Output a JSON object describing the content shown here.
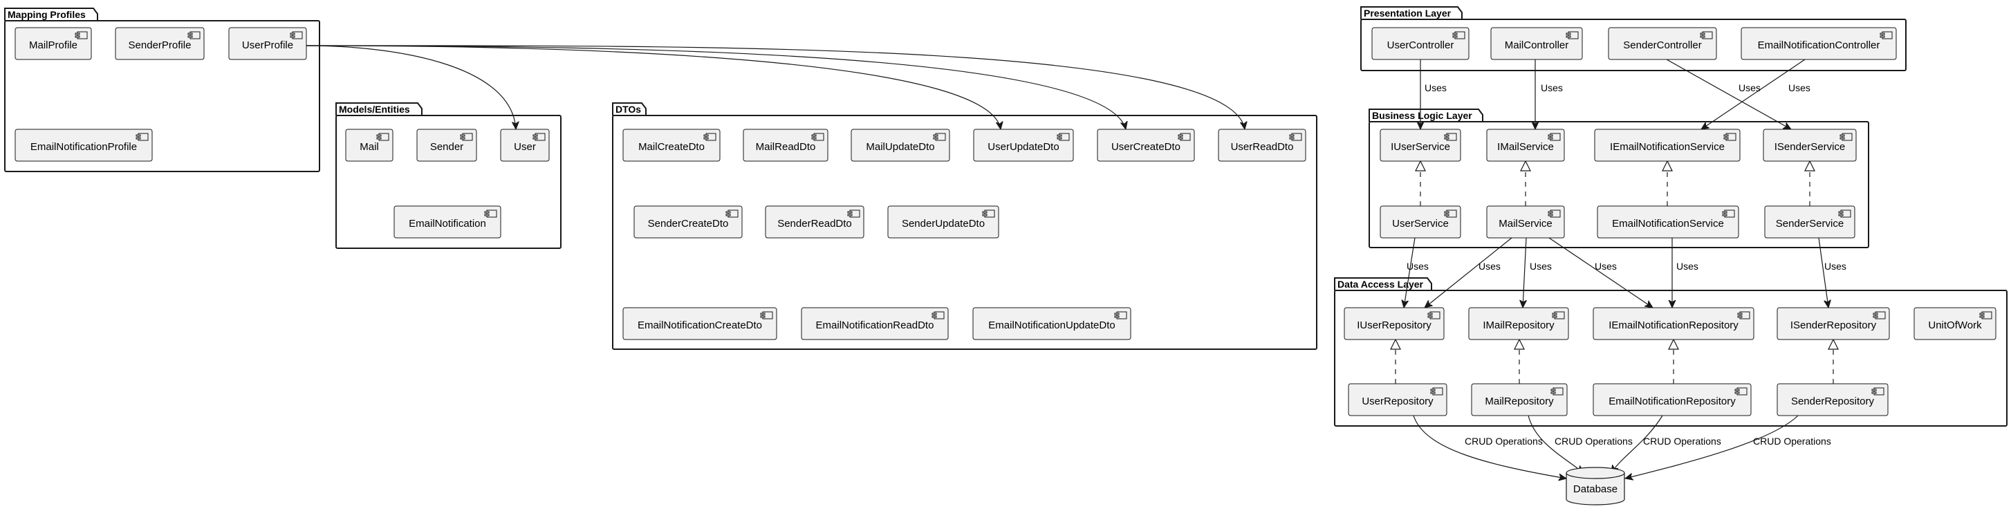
{
  "packages": [
    {
      "id": "mapping",
      "title": "Mapping Profiles"
    },
    {
      "id": "models",
      "title": "Models/Entities"
    },
    {
      "id": "dtos",
      "title": "DTOs"
    },
    {
      "id": "presentation",
      "title": "Presentation Layer"
    },
    {
      "id": "business",
      "title": "Business Logic Layer"
    },
    {
      "id": "dataaccess",
      "title": "Data Access Layer"
    }
  ],
  "components": [
    {
      "id": "MailProfile",
      "label": "MailProfile"
    },
    {
      "id": "SenderProfile",
      "label": "SenderProfile"
    },
    {
      "id": "UserProfile",
      "label": "UserProfile"
    },
    {
      "id": "EmailNotificationProfile",
      "label": "EmailNotificationProfile"
    },
    {
      "id": "Mail",
      "label": "Mail"
    },
    {
      "id": "Sender",
      "label": "Sender"
    },
    {
      "id": "User",
      "label": "User"
    },
    {
      "id": "EmailNotification",
      "label": "EmailNotification"
    },
    {
      "id": "MailCreateDto",
      "label": "MailCreateDto"
    },
    {
      "id": "MailReadDto",
      "label": "MailReadDto"
    },
    {
      "id": "MailUpdateDto",
      "label": "MailUpdateDto"
    },
    {
      "id": "UserUpdateDto",
      "label": "UserUpdateDto"
    },
    {
      "id": "UserCreateDto",
      "label": "UserCreateDto"
    },
    {
      "id": "UserReadDto",
      "label": "UserReadDto"
    },
    {
      "id": "SenderCreateDto",
      "label": "SenderCreateDto"
    },
    {
      "id": "SenderReadDto",
      "label": "SenderReadDto"
    },
    {
      "id": "SenderUpdateDto",
      "label": "SenderUpdateDto"
    },
    {
      "id": "EmailNotificationCreateDto",
      "label": "EmailNotificationCreateDto"
    },
    {
      "id": "EmailNotificationReadDto",
      "label": "EmailNotificationReadDto"
    },
    {
      "id": "EmailNotificationUpdateDto",
      "label": "EmailNotificationUpdateDto"
    },
    {
      "id": "UserController",
      "label": "UserController"
    },
    {
      "id": "MailController",
      "label": "MailController"
    },
    {
      "id": "SenderController",
      "label": "SenderController"
    },
    {
      "id": "EmailNotificationController",
      "label": "EmailNotificationController"
    },
    {
      "id": "IUserService",
      "label": "IUserService"
    },
    {
      "id": "IMailService",
      "label": "IMailService"
    },
    {
      "id": "IEmailNotificationService",
      "label": "IEmailNotificationService"
    },
    {
      "id": "ISenderService",
      "label": "ISenderService"
    },
    {
      "id": "UserService",
      "label": "UserService"
    },
    {
      "id": "MailService",
      "label": "MailService"
    },
    {
      "id": "EmailNotificationService",
      "label": "EmailNotificationService"
    },
    {
      "id": "SenderService",
      "label": "SenderService"
    },
    {
      "id": "IUserRepository",
      "label": "IUserRepository"
    },
    {
      "id": "IMailRepository",
      "label": "IMailRepository"
    },
    {
      "id": "IEmailNotificationRepository",
      "label": "IEmailNotificationRepository"
    },
    {
      "id": "ISenderRepository",
      "label": "ISenderRepository"
    },
    {
      "id": "UnitOfWork",
      "label": "UnitOfWork"
    },
    {
      "id": "UserRepository",
      "label": "UserRepository"
    },
    {
      "id": "MailRepository",
      "label": "MailRepository"
    },
    {
      "id": "EmailNotificationRepository",
      "label": "EmailNotificationRepository"
    },
    {
      "id": "SenderRepository",
      "label": "SenderRepository"
    }
  ],
  "database": {
    "label": "Database"
  },
  "edges": [
    {
      "from": "UserProfile",
      "to": "User",
      "type": "arrow",
      "label": ""
    },
    {
      "from": "UserProfile",
      "to": "UserUpdateDto",
      "type": "arrow",
      "label": ""
    },
    {
      "from": "UserProfile",
      "to": "UserCreateDto",
      "type": "arrow",
      "label": ""
    },
    {
      "from": "UserProfile",
      "to": "UserReadDto",
      "type": "arrow",
      "label": ""
    },
    {
      "from": "UserController",
      "to": "IUserService",
      "type": "arrow",
      "label": "Uses"
    },
    {
      "from": "MailController",
      "to": "IMailService",
      "type": "arrow",
      "label": "Uses"
    },
    {
      "from": "SenderController",
      "to": "ISenderService",
      "type": "arrow",
      "label": "Uses"
    },
    {
      "from": "EmailNotificationController",
      "to": "IEmailNotificationService",
      "type": "arrow",
      "label": "Uses"
    },
    {
      "from": "UserService",
      "to": "IUserService",
      "type": "realize",
      "label": ""
    },
    {
      "from": "MailService",
      "to": "IMailService",
      "type": "realize",
      "label": ""
    },
    {
      "from": "EmailNotificationService",
      "to": "IEmailNotificationService",
      "type": "realize",
      "label": ""
    },
    {
      "from": "SenderService",
      "to": "ISenderService",
      "type": "realize",
      "label": ""
    },
    {
      "from": "UserService",
      "to": "IUserRepository",
      "type": "arrow",
      "label": "Uses"
    },
    {
      "from": "MailService",
      "to": "IUserRepository",
      "type": "arrow",
      "label": "Uses"
    },
    {
      "from": "MailService",
      "to": "IMailRepository",
      "type": "arrow",
      "label": "Uses"
    },
    {
      "from": "MailService",
      "to": "IEmailNotificationRepository",
      "type": "arrow",
      "label": "Uses"
    },
    {
      "from": "EmailNotificationService",
      "to": "IEmailNotificationRepository",
      "type": "arrow",
      "label": "Uses"
    },
    {
      "from": "SenderService",
      "to": "ISenderRepository",
      "type": "arrow",
      "label": "Uses"
    },
    {
      "from": "UserRepository",
      "to": "IUserRepository",
      "type": "realize",
      "label": ""
    },
    {
      "from": "MailRepository",
      "to": "IMailRepository",
      "type": "realize",
      "label": ""
    },
    {
      "from": "EmailNotificationRepository",
      "to": "IEmailNotificationRepository",
      "type": "realize",
      "label": ""
    },
    {
      "from": "SenderRepository",
      "to": "ISenderRepository",
      "type": "realize",
      "label": ""
    },
    {
      "from": "UserRepository",
      "to": "Database",
      "type": "arrow",
      "label": "CRUD Operations"
    },
    {
      "from": "MailRepository",
      "to": "Database",
      "type": "arrow",
      "label": "CRUD Operations"
    },
    {
      "from": "EmailNotificationRepository",
      "to": "Database",
      "type": "arrow",
      "label": "CRUD Operations"
    },
    {
      "from": "SenderRepository",
      "to": "Database",
      "type": "arrow",
      "label": "CRUD Operations"
    }
  ]
}
